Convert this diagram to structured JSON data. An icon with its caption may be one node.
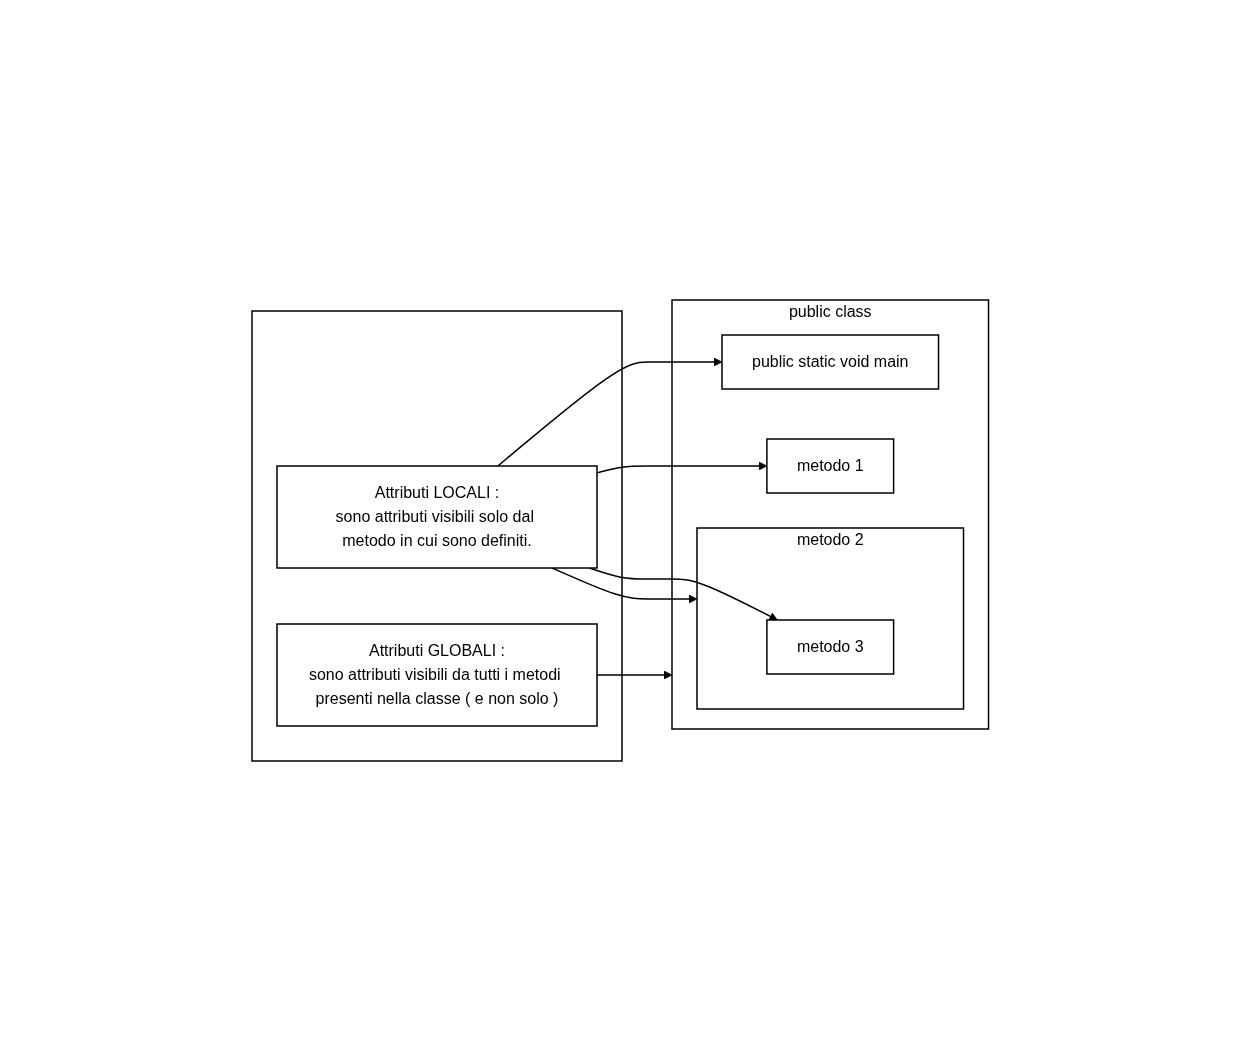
{
  "diagram": {
    "nodes": [
      {
        "text": [],
        "shape": "box"
      },
      {
        "text": [
          "Attributi GLOBALI :",
          "sono attributi visibili da tutti i metodi presenti nella classe ( e non solo )"
        ],
        "in": 0
      },
      {
        "text": [
          "Attributi LOCALI :",
          "sono attributi visibili solo dal metodo in cui sono definiti."
        ],
        "in": 0
      },
      {
        "text": [
          "public  class"
        ]
      },
      {
        "text": [
          "public static void main"
        ],
        "in": 3
      },
      {
        "text": [
          "metodo 1"
        ],
        "in": 3
      },
      {
        "text": [
          "metodo 2"
        ],
        "in": 3
      },
      {
        "text": [
          "metodo 3"
        ],
        "in": 6
      }
    ],
    "edges": [
      {
        "from": 1,
        "to": 3,
        "arrow": "to"
      },
      {
        "from": 2,
        "to": 4,
        "arrow": "to"
      },
      {
        "from": 2,
        "to": 5,
        "arrow": "to"
      },
      {
        "from": 2,
        "to": 6,
        "arrow": "to"
      },
      {
        "from": 2,
        "to": 7,
        "arrow": "to"
      }
    ]
  }
}
